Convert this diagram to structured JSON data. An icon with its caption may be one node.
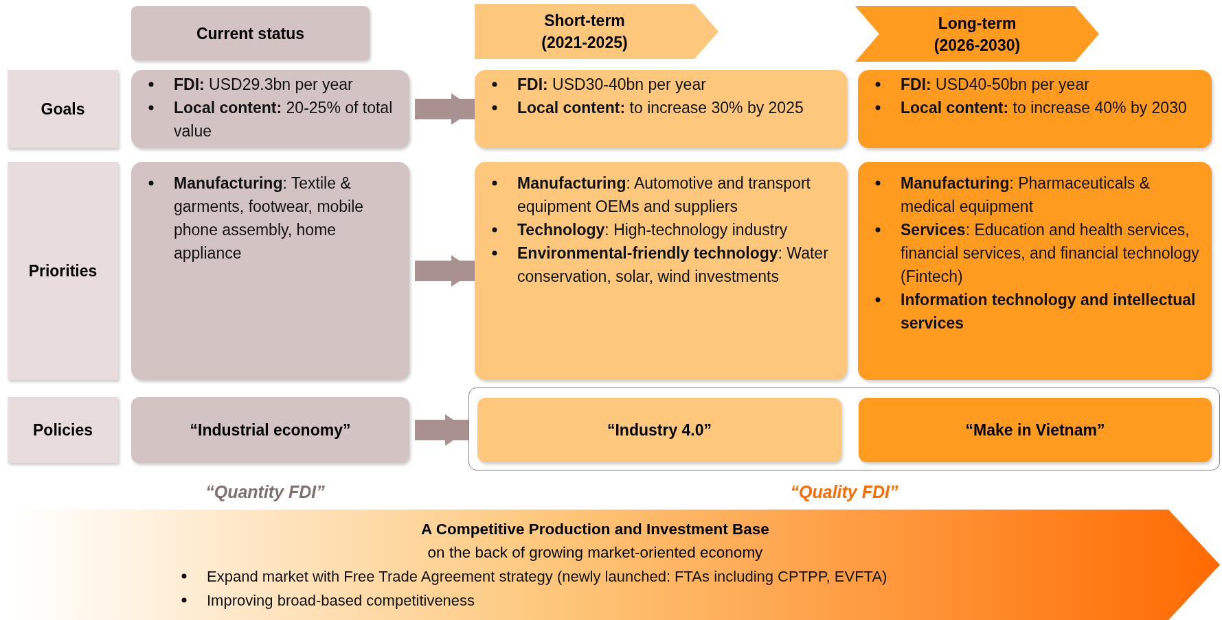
{
  "diagram": {
    "nodes": [
      {
        "text": [
          "Current status"
        ]
      },
      {
        "text": [
          "Short-term",
          "(2021-2025)"
        ]
      },
      {
        "text": [
          "Long-term",
          "(2026-2030)"
        ]
      },
      {
        "text": [
          "Goals"
        ]
      },
      {
        "text": [
          "**FDI:** USD29.3bn per year",
          "**Local content:** 20-25% of total value"
        ]
      },
      {
        "text": [
          "**FDI:** USD30-40bn per year",
          "**Local content:** to increase 30% by 2025"
        ]
      },
      {
        "text": [
          "**FDI:** USD40-50bn per year",
          "**Local content:** to increase 40% by 2030"
        ]
      },
      {
        "text": [
          "Priorities"
        ]
      },
      {
        "text": [
          "**Manufacturing**: Textile & garments, footwear, mobile phone assembly, home appliance"
        ]
      },
      {
        "text": [
          "**Manufacturing**: Automotive and transport equipment OEMs and suppliers",
          "**Technology**: High-technology industry",
          "**Environmental-friendly technology**: Water conservation, solar, wind investments"
        ]
      },
      {
        "text": [
          "**Manufacturing**: Pharmaceuticals & medical equipment",
          "**Services**: Education and health services, financial services, and financial technology (Fintech)",
          "**Information technology and intellectual services**"
        ]
      },
      {
        "text": [
          "Policies"
        ]
      },
      {
        "text": [
          "“Industrial economy”"
        ]
      },
      {
        "text": [],
        "shape": "box"
      },
      {
        "text": [
          "“Industry 4.0”"
        ],
        "in": 13
      },
      {
        "text": [
          "“Make in Vietnam”"
        ],
        "in": 13
      },
      {
        "text": [
          "A Competitive Production and Investment Base",
          "on the back of growing market-oriented economy",
          "Expand market with Free Trade Agreement strategy (newly launched: FTAs including CPTPP, EVFTA)",
          "Improving broad-based competitiveness"
        ]
      }
    ],
    "edges": [
      {
        "from": 4,
        "to": 5,
        "arrow": "to"
      },
      {
        "from": 8,
        "to": 9,
        "arrow": "to"
      },
      {
        "from": 12,
        "to": 13,
        "arrow": "to"
      }
    ],
    "labels": [
      "“Quantity FDI”",
      "“Quality FDI”"
    ]
  }
}
